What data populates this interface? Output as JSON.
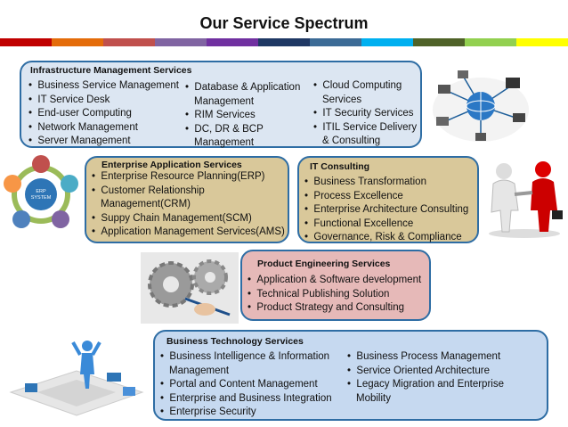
{
  "title": "Our Service Spectrum",
  "stripe_colors": [
    "#c00000",
    "#e46c0a",
    "#c0504d",
    "#8064a2",
    "#7030a0",
    "#1f3864",
    "#3c6b96",
    "#00b0f0",
    "#4f6228",
    "#92d050",
    "#ffff00"
  ],
  "infrastructure": {
    "title": "Infrastructure Management Services",
    "col1": [
      "Business Service Management",
      "IT Service Desk",
      "End-user Computing",
      "Network Management",
      "Server Management"
    ],
    "col2": [
      "Database & Application Management",
      "RIM Services",
      "DC, DR & BCP Management"
    ],
    "col3": [
      "Cloud Computing Services",
      "IT Security Services",
      "ITIL Service Delivery & Consulting"
    ]
  },
  "enterprise": {
    "title": "Enterprise Application Services",
    "items": [
      "Enterprise Resource Planning(ERP)",
      "Customer Relationship Management(CRM)",
      "Suppy Chain Management(SCM)",
      "Application Management Services(AMS)"
    ]
  },
  "it_consulting": {
    "title": "IT Consulting",
    "items": [
      "Business Transformation",
      "Process Excellence",
      "Enterprise Architecture Consulting",
      "Functional Excellence",
      "Governance, Risk & Compliance"
    ]
  },
  "product": {
    "title": "Product Engineering Services",
    "items": [
      "Application & Software development",
      "Technical Publishing Solution",
      "Product Strategy and Consulting"
    ]
  },
  "business_tech": {
    "title": "Business Technology Services",
    "col1": [
      "Business Intelligence & Information Management",
      "Portal and Content Management",
      "Enterprise and Business Integration",
      "Enterprise Security"
    ],
    "col2": [
      "Business Process Management",
      "Service Oriented Architecture",
      "Legacy Migration and Enterprise Mobility"
    ]
  },
  "erp_diagram": {
    "center_label": "ERP SYSTEM"
  }
}
